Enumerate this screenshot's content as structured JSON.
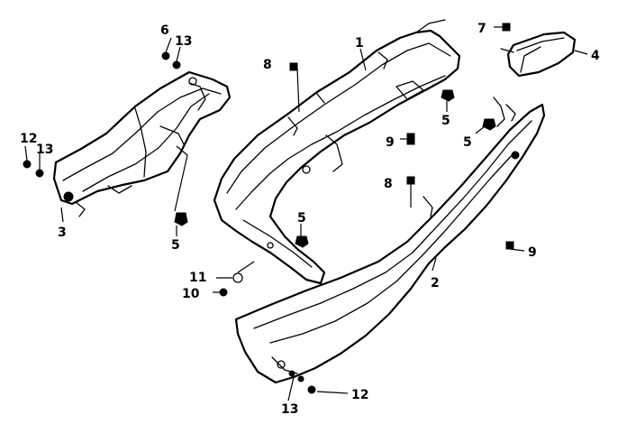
{
  "diagram": {
    "labels": {
      "p1": "1",
      "p2": "2",
      "p3": "3",
      "p4": "4",
      "p5a": "5",
      "p5b": "5",
      "p5c": "5",
      "p5d": "5",
      "p6": "6",
      "p7": "7",
      "p8a": "8",
      "p8b": "8",
      "p9a": "9",
      "p9b": "9",
      "p10": "10",
      "p11": "11",
      "p12a": "12",
      "p12b": "12",
      "p13a": "13",
      "p13b": "13",
      "p13c": "13"
    }
  }
}
